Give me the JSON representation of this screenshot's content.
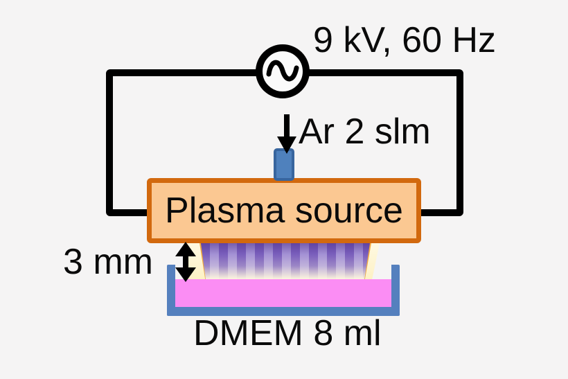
{
  "diagram": {
    "title": "plasma-treatment-of-liquid-setup",
    "power_label": "9 kV, 60 Hz",
    "gas_label": "Ar 2 slm",
    "source_label": "Plasma source",
    "gap_label": "3 mm",
    "liquid_label": "DMEM 8 ml"
  },
  "icons": {
    "ac_source": "sine-wave-in-circle",
    "gas_flow": "down-arrow",
    "gap": "double-headed-vertical-arrow"
  },
  "colors": {
    "background": "#f5f4f4",
    "wire": "#000000",
    "source_fill": "#fbc892",
    "source_border": "#d2690e",
    "gas_tube_fill": "#4f81bd",
    "gas_tube_border": "#38659e",
    "dish": "#5580be",
    "liquid": "#fb8df4",
    "plasma_stripe_dark": "#7b60bd",
    "plasma_stripe_light": "#ab9ad9",
    "plume_edge_line": "#f2a93c",
    "plume_glow": "#fff6d8"
  }
}
